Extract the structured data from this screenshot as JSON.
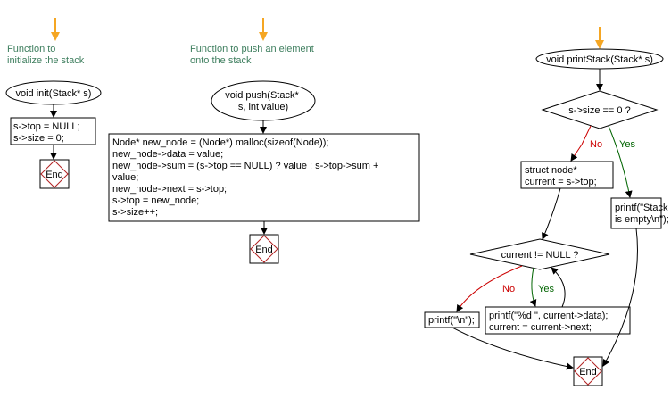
{
  "colors": {
    "comment": "#3f7f5f",
    "start_arrow": "#f5a623",
    "end_border": "#b22222",
    "yes": "#006400",
    "no": "#cc0000",
    "line": "#000000"
  },
  "init": {
    "comment": [
      "Function to",
      "initialize the stack"
    ],
    "start": "void init(Stack* s)",
    "body": [
      "s->top = NULL;",
      "s->size = 0;"
    ],
    "end": "End"
  },
  "push": {
    "comment": [
      "Function to push an element",
      "onto the stack"
    ],
    "start": [
      "void push(Stack*",
      "s, int value)"
    ],
    "body": [
      "Node* new_node = (Node*) malloc(sizeof(Node));",
      "new_node->data = value;",
      "new_node->sum = (s->top == NULL) ? value : s->top->sum +",
      "value;",
      "new_node->next = s->top;",
      "s->top = new_node;",
      "s->size++;"
    ],
    "end": "End"
  },
  "print": {
    "start": "void printStack(Stack* s)",
    "decision1": "s->size == 0 ?",
    "no1": "No",
    "yes1": "Yes",
    "current_init": [
      "struct node*",
      "current = s->top;"
    ],
    "empty_msg": [
      "printf(\"Stack",
      "is empty\\n\");"
    ],
    "decision2": "current != NULL ?",
    "no2": "No",
    "yes2": "Yes",
    "newline": "printf(\"\\n\");",
    "loop_body": [
      "printf(\"%d \", current->data);",
      "current = current->next;"
    ],
    "end": "End"
  }
}
